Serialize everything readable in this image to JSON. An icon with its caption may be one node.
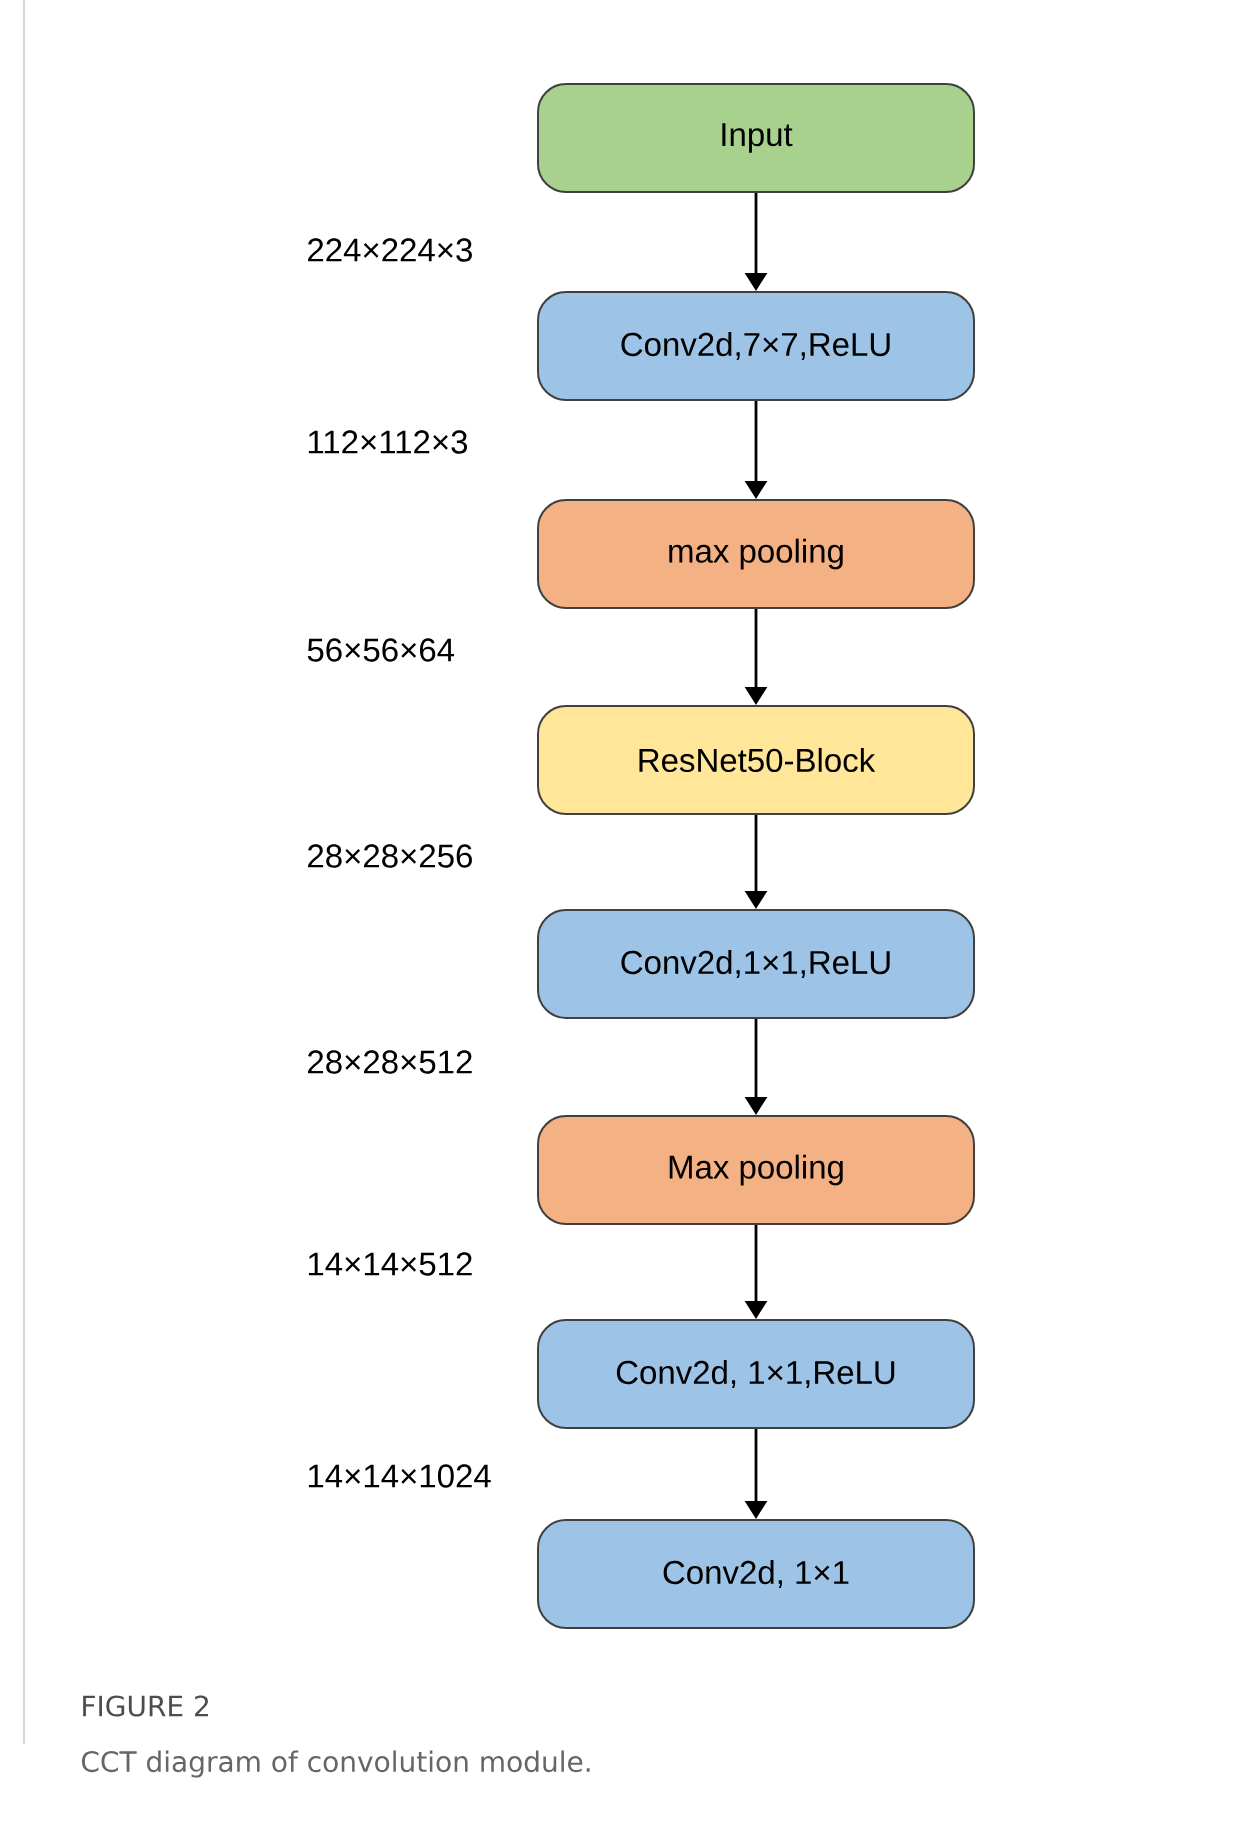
{
  "diagram": {
    "title": "FIGURE 2",
    "caption": "CCT diagram of convolution module.",
    "nodes": [
      {
        "text": [
          "Input"
        ]
      },
      {
        "text": [
          "Conv2d,7×7,ReLU"
        ]
      },
      {
        "text": [
          "max pooling"
        ]
      },
      {
        "text": [
          "ResNet50-Block"
        ]
      },
      {
        "text": [
          "Conv2d,1×1,ReLU"
        ]
      },
      {
        "text": [
          "Max pooling"
        ]
      },
      {
        "text": [
          "Conv2d, 1×1,ReLU"
        ]
      },
      {
        "text": [
          "Conv2d, 1×1"
        ]
      }
    ],
    "edges": [
      {
        "from": 0,
        "to": 1,
        "arrow": "to"
      },
      {
        "from": 1,
        "to": 2,
        "arrow": "to"
      },
      {
        "from": 2,
        "to": 3,
        "arrow": "to"
      },
      {
        "from": 3,
        "to": 4,
        "arrow": "to"
      },
      {
        "from": 4,
        "to": 5,
        "arrow": "to"
      },
      {
        "from": 5,
        "to": 6,
        "arrow": "to"
      },
      {
        "from": 6,
        "to": 7,
        "arrow": "to"
      }
    ],
    "labels": [
      "224×224×3",
      "112×112×3",
      "56×56×64",
      "28×28×256",
      "28×28×512",
      "14×14×512",
      "14×14×1024"
    ]
  }
}
